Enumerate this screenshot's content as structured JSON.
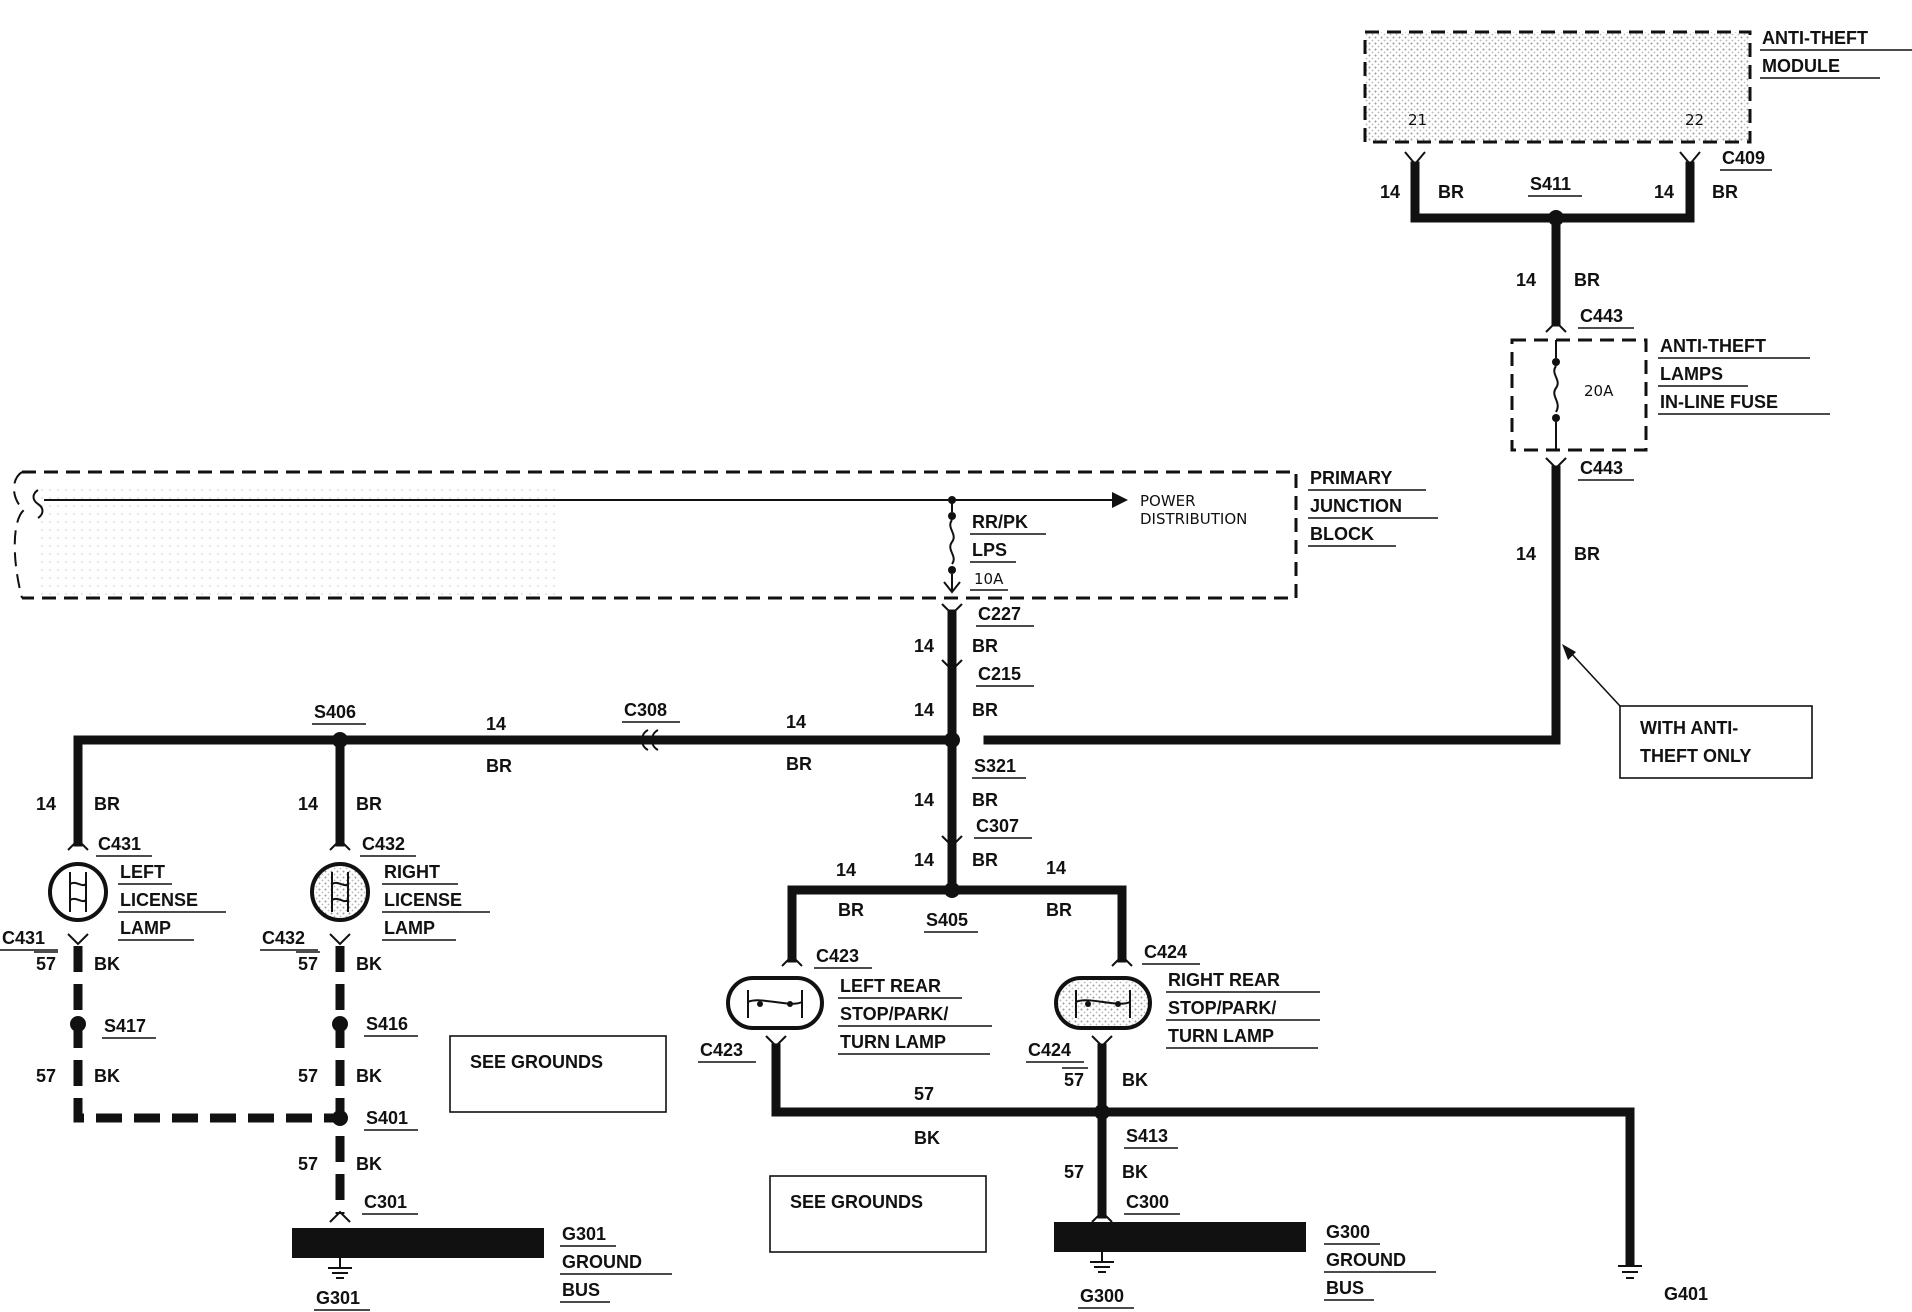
{
  "components": {
    "anti_theft_module": {
      "title1": "ANTI-THEFT",
      "title2": "MODULE",
      "pin_left": "21",
      "pin_right": "22"
    },
    "anti_theft_fuse": {
      "title1": "ANTI-THEFT",
      "title2": "LAMPS",
      "title3": "IN-LINE FUSE",
      "rating": "20A"
    },
    "primary_junction_block": {
      "title1": "PRIMARY",
      "title2": "JUNCTION",
      "title3": "BLOCK",
      "power_dist_1": "POWER",
      "power_dist_2": "DISTRIBUTION",
      "fuse_name1": "RR/PK",
      "fuse_name2": "LPS",
      "fuse_rating": "10A"
    },
    "left_license_lamp": {
      "line1": "LEFT",
      "line2": "LICENSE",
      "line3": "LAMP"
    },
    "right_license_lamp": {
      "line1": "RIGHT",
      "line2": "LICENSE",
      "line3": "LAMP"
    },
    "left_rear_lamp": {
      "line1": "LEFT REAR",
      "line2": "STOP/PARK/",
      "line3": "TURN LAMP"
    },
    "right_rear_lamp": {
      "line1": "RIGHT REAR",
      "line2": "STOP/PARK/",
      "line3": "TURN LAMP"
    },
    "g301_bus": {
      "line1": "G301",
      "line2": "GROUND",
      "line3": "BUS"
    },
    "g300_bus": {
      "line1": "G300",
      "line2": "GROUND",
      "line3": "BUS"
    }
  },
  "notes": {
    "anti_theft_only1": "WITH ANTI-",
    "anti_theft_only2": "THEFT ONLY",
    "see_grounds": "SEE GROUNDS"
  },
  "connectors": {
    "c409": "C409",
    "c443": "C443",
    "c227": "C227",
    "c215": "C215",
    "c308": "C308",
    "c307": "C307",
    "c431": "C431",
    "c432": "C432",
    "c423": "C423",
    "c424": "C424",
    "c301": "C301",
    "c300": "C300"
  },
  "splices": {
    "s411": "S411",
    "s406": "S406",
    "s321": "S321",
    "s405": "S405",
    "s417": "S417",
    "s416": "S416",
    "s401": "S401",
    "s413": "S413"
  },
  "grounds": {
    "g301": "G301",
    "g300": "G300",
    "g401": "G401"
  },
  "wires": {
    "gauge_14": "14",
    "gauge_57": "57",
    "color_br": "BR",
    "color_bk": "BK"
  }
}
